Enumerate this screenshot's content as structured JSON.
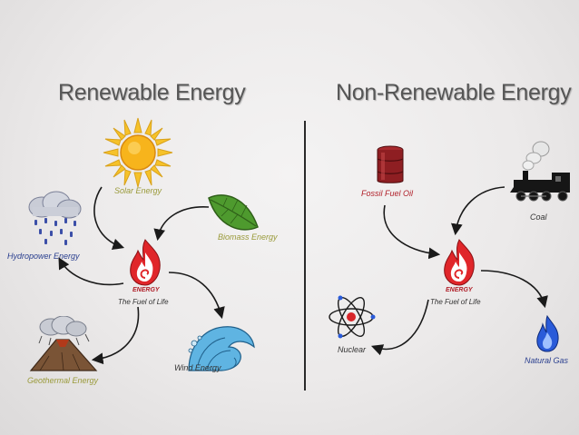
{
  "renewable": {
    "heading": "Renewable Energy",
    "solar_label": "Solar Energy",
    "hydro_label": "Hydropower Energy",
    "biomass_label": "Biomass Energy",
    "center_word": "ENERGY",
    "center_caption": "The Fuel of Life",
    "geothermal_label": "Geothermal Energy",
    "wind_label": "Wind Energy"
  },
  "nonrenewable": {
    "heading": "Non-Renewable Energy",
    "oil_label": "Fossil Fuel Oil",
    "coal_label": "Coal",
    "center_word": "ENERGY",
    "center_caption": "The Fuel of Life",
    "nuclear_label": "Nuclear",
    "gas_label": "Natural Gas"
  },
  "icons": {
    "sun": "sun-icon",
    "rain_cloud": "rain-cloud-icon",
    "leaf": "leaf-icon",
    "flame": "flame-icon",
    "volcano": "volcano-icon",
    "wave": "wave-icon",
    "oil_barrel": "oil-barrel-icon",
    "locomotive": "locomotive-icon",
    "atom": "atom-icon",
    "gas_flame": "gas-flame-icon"
  },
  "colors": {
    "heading": "#555555",
    "divider": "#2a2a2a",
    "arrow": "#1a1a1a",
    "sun": "#f6c22a",
    "leaf": "#4e9a2e",
    "flame": "#e0262a",
    "barrel": "#8e1e22",
    "gas": "#2a5bd9",
    "wave": "#4aa6d8"
  }
}
